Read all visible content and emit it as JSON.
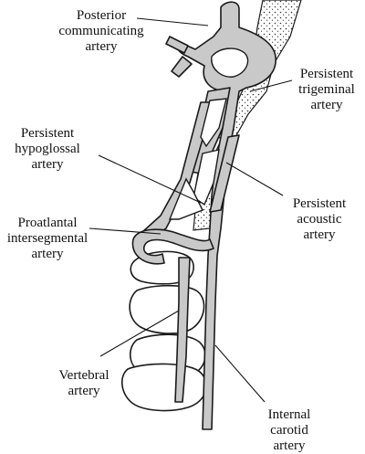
{
  "labels": {
    "posterior_communicating": "Posterior\ncommunicating\nartery",
    "persistent_trigeminal": "Persistent\ntrigeminal\nartery",
    "persistent_hypoglossal": "Persistent\nhypoglossal\nartery",
    "persistent_acoustic": "Persistent\nacoustic\nartery",
    "proatlantal": "Proatlantal\nintersegmental\nartery",
    "vertebral": "Vertebral\nartery",
    "internal_carotid": "Internal\ncarotid\nartery"
  },
  "colors": {
    "vessel_fill": "#c9c9c9",
    "line": "#1a1a1a",
    "background": "#ffffff"
  }
}
